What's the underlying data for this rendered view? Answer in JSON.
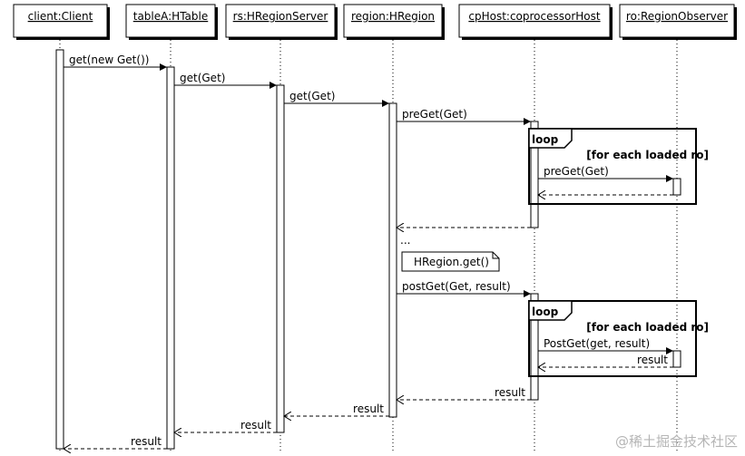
{
  "participants": [
    "client:Client",
    "tableA:HTable",
    "rs:HRegionServer",
    "region:HRegion",
    "cpHost:coprocessorHost",
    "ro:RegionObserver"
  ],
  "messages": {
    "m1": "get(new Get())",
    "m2": "get(Get)",
    "m3": "get(Get)",
    "m4": "preGet(Get)",
    "m5": "preGet(Get)",
    "ellipsis": "...",
    "note": "HRegion.get()",
    "m6": "postGet(Get, result)",
    "m7": "PostGet(get, result)",
    "r_ro": "result",
    "r_cp": "result",
    "r_region": "result",
    "r_rs": "result",
    "r_table": "result"
  },
  "fragments": {
    "loop1_keyword": "loop",
    "loop1_guard": "[for each loaded ro]",
    "loop2_keyword": "loop",
    "loop2_guard": "[for each loaded ro]"
  },
  "watermark": "@稀土掘金技术社区"
}
